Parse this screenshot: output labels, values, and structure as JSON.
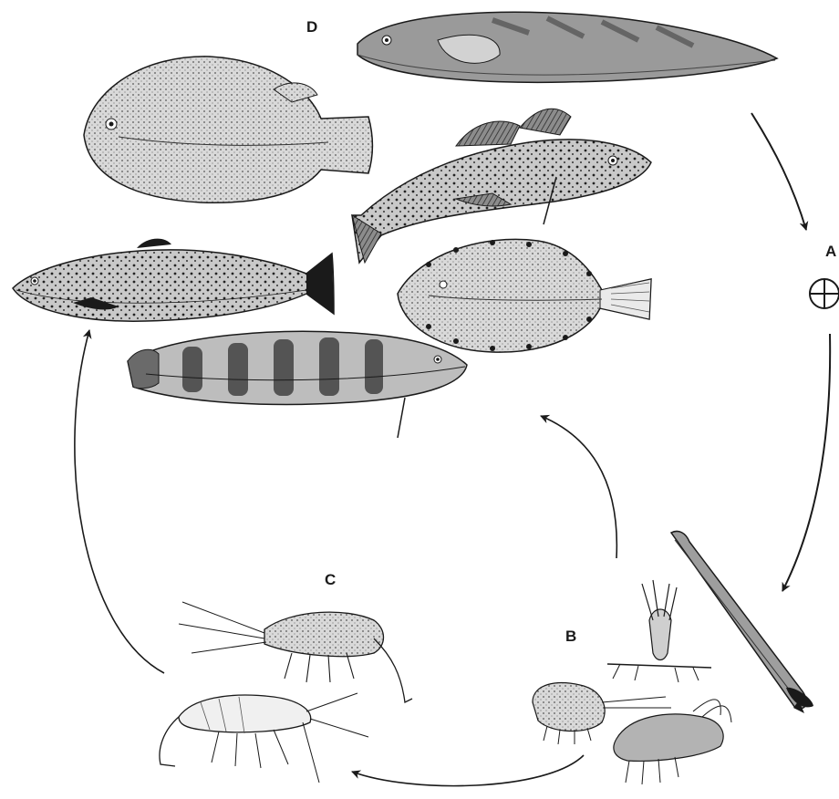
{
  "diagram": {
    "labels": {
      "a": "A",
      "b": "B",
      "c": "C",
      "d": "D"
    },
    "stages": [
      {
        "id": "A",
        "contents": [
          "nutrient-symbol"
        ]
      },
      {
        "id": "B",
        "contents": [
          "arrow-worm",
          "copepod",
          "amphipod",
          "krill"
        ]
      },
      {
        "id": "C",
        "contents": [
          "prawn",
          "shrimp"
        ]
      },
      {
        "id": "D",
        "contents": [
          "lumpsucker",
          "eelpout",
          "cod",
          "trout",
          "flounder",
          "gunnel"
        ]
      }
    ],
    "flow": [
      "D→A",
      "A→B",
      "B→D",
      "B→C",
      "C→D"
    ],
    "colors": {
      "ink": "#1a1a1a",
      "shade": "#8a8a8a",
      "light": "#cfcfcf"
    }
  }
}
